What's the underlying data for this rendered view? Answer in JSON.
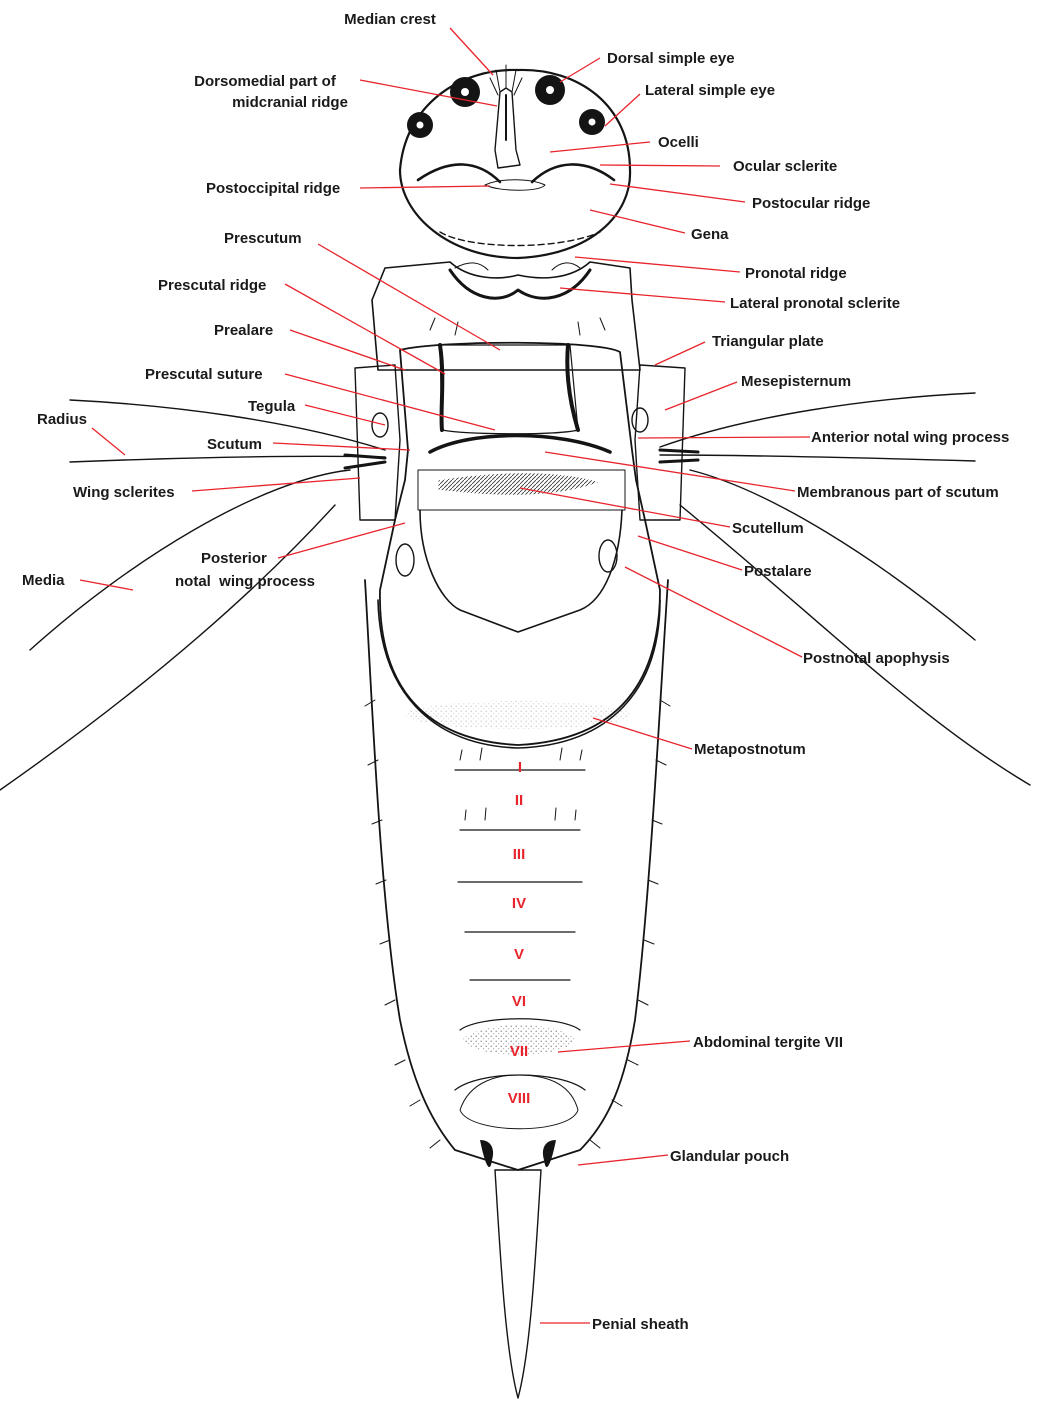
{
  "colors": {
    "leader": "#e8242c",
    "segment_numeral": "#e8242c",
    "ink": "#141414",
    "label": "#1a1a1a",
    "background": "#ffffff"
  },
  "labels": {
    "median_crest": "Median crest",
    "dorsal_simple_eye": "Dorsal simple eye",
    "dorsomedial_1": "Dorsomedial part of",
    "dorsomedial_2": "midcranial ridge",
    "lateral_simple_eye": "Lateral simple eye",
    "ocelli": "Ocelli",
    "ocular_sclerite": "Ocular sclerite",
    "postoccipital_ridge": "Postoccipital ridge",
    "postocular_ridge": "Postocular ridge",
    "gena": "Gena",
    "prescutum": "Prescutum",
    "pronotal_ridge": "Pronotal ridge",
    "prescutal_ridge": "Prescutal ridge",
    "lateral_pronotal_sclerite": "Lateral pronotal sclerite",
    "prealare": "Prealare",
    "triangular_plate": "Triangular plate",
    "prescutal_suture": "Prescutal suture",
    "mesepisternum": "Mesepisternum",
    "tegula": "Tegula",
    "radius": "Radius",
    "scutum": "Scutum",
    "anterior_notal_wing_process": "Anterior notal wing process",
    "wing_sclerites": "Wing sclerites",
    "membranous_part_of_scutum": "Membranous part of scutum",
    "scutellum": "Scutellum",
    "posterior_notal_1": "Posterior",
    "posterior_notal_2": "notal  wing process",
    "postalare": "Postalare",
    "media": "Media",
    "postnotal_apophysis": "Postnotal apophysis",
    "metapostnotum": "Metapostnotum",
    "abdominal_tergite_vii": "Abdominal tergite VII",
    "glandular_pouch": "Glandular pouch",
    "penial_sheath": "Penial sheath"
  },
  "segments": [
    "I",
    "II",
    "III",
    "IV",
    "V",
    "VI",
    "VII",
    "VIII"
  ]
}
